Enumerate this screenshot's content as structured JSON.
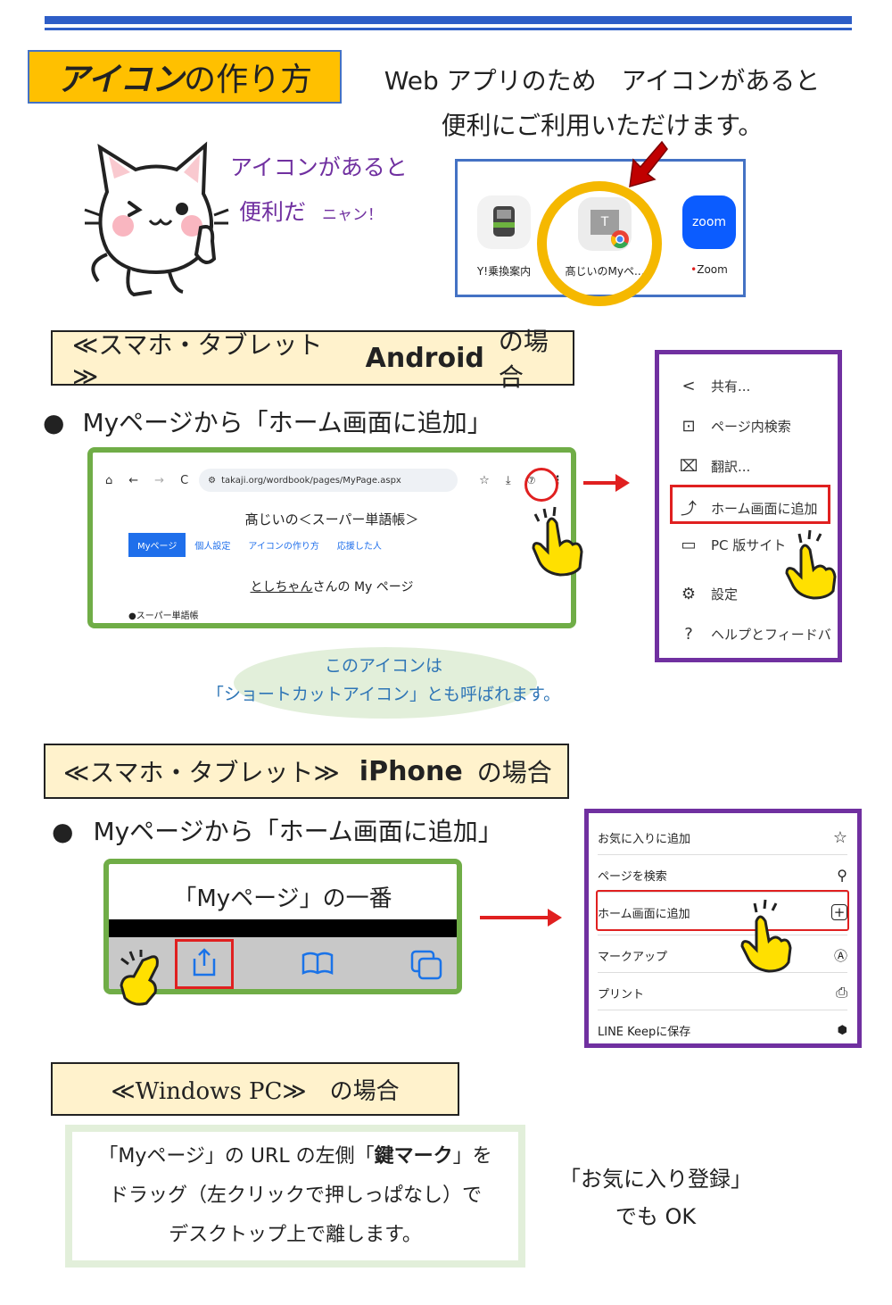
{
  "header": {
    "title_strong": "アイコン",
    "title_rest": "の作り方",
    "intro_line1": "Web アプリのため　アイコンがあると",
    "intro_line2": "便利にご利用いただけます。"
  },
  "cat": {
    "speech_line1": "アイコンがあると",
    "speech_line2": "便利だ",
    "speech_suffix": "ニャン！"
  },
  "app_icons": [
    {
      "label": "Y!乗換案内"
    },
    {
      "label": "髙じいのMyペ...",
      "letter": "T"
    },
    {
      "label": "Zoom",
      "icon_text": "zoom"
    }
  ],
  "android": {
    "section_prefix": "≪スマホ・タブレット≫",
    "section_os": "Android",
    "section_suffix": "の場合",
    "bullet_mark": "●",
    "bullet_text": "Myページから「ホーム画面に追加」",
    "browser": {
      "url": "takaji.org/wordbook/pages/MyPage.aspx",
      "page_title": "髙じいの＜スーパー単語帳＞",
      "tabs": [
        "Myページ",
        "個人設定",
        "アイコンの作り方",
        "応援した人"
      ],
      "user_name": "としちゃん",
      "user_suffix": "さんの My ページ",
      "list_item": "●スーパー単語帳"
    },
    "menu": [
      "共有...",
      "ページ内検索",
      "翻訳...",
      "ホーム画面に追加",
      "PC 版サイト",
      "設定",
      "ヘルプとフィードバ"
    ],
    "note_line1": "このアイコンは",
    "note_line2": "「ショートカットアイコン」とも呼ばれます。"
  },
  "iphone": {
    "section_prefix": "≪スマホ・タブレット≫",
    "section_os": "iPhone",
    "section_suffix": "の場合",
    "bullet_mark": "●",
    "bullet_text": "Myページから「ホーム画面に追加」",
    "screen_title": "「Myページ」の一番",
    "menu": [
      "お気に入りに追加",
      "ページを検索",
      "ホーム画面に追加",
      "マークアップ",
      "プリント",
      "LINE Keepに保存"
    ]
  },
  "windows": {
    "section_text": "≪Windows PC≫　の場合",
    "note_line1_a": "「Myページ」の URL の左側「",
    "note_line1_b": "鍵マーク",
    "note_line1_c": "」を",
    "note_line2": "ドラッグ（左クリックで押しっぱなし）で",
    "note_line3": "デスクトップ上で離します。",
    "fav_line1": "「お気に入り登録」",
    "fav_line2": "でも OK"
  }
}
